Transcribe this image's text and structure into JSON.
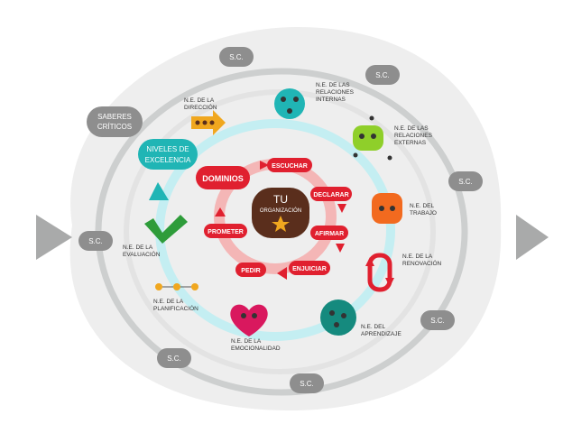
{
  "sc_label": "S.C.",
  "saberes": [
    "SABERES",
    "CRÍTICOS"
  ],
  "niveles": [
    "NIVELES DE",
    "EXCELENCIA"
  ],
  "dominios": "DOMINIOS",
  "center": {
    "title": "TU",
    "subtitle": "ORGANIZACIÓN"
  },
  "verbs": {
    "escuchar": "ESCUCHAR",
    "declarar": "DECLARAR",
    "afirmar": "AFIRMAR",
    "enjuiciar": "ENJUICIAR",
    "pedir": "PEDIR",
    "prometer": "PROMETER"
  },
  "labels": {
    "direccion": [
      "N.E. DE LA",
      "DIRECCIÓN"
    ],
    "relaciones_internas": [
      "N.E. DE LAS",
      "RELACIONES",
      "INTERNAS"
    ],
    "relaciones_externas": [
      "N.E. DE LAS",
      "RELACIONES",
      "EXTERNAS"
    ],
    "trabajo": [
      "N.E. DEL",
      "TRABAJO"
    ],
    "renovacion": [
      "N.E. DE LA",
      "RENOVACIÓN"
    ],
    "aprendizaje": [
      "N.E. DEL",
      "APRENDIZAJE"
    ],
    "emocionalidad": [
      "N.E. DE LA",
      "EMOCIONALIDAD"
    ],
    "planificacion": [
      "N.E. DE LA",
      "PLANIFICACIÓN"
    ],
    "evaluacion": [
      "N.E. DE LA",
      "EVALUACIÓN"
    ]
  },
  "colors": {
    "red": "#e0202f",
    "teal": "#20b5b5",
    "brown": "#5a2e1c",
    "gold": "#f0a71f",
    "lime": "#8fcf2a",
    "orange": "#f26a1f",
    "magenta": "#d9185e",
    "green": "#2e9c3a",
    "gray_pill": "#8e8e8e",
    "ring": "#b9bcbc"
  }
}
